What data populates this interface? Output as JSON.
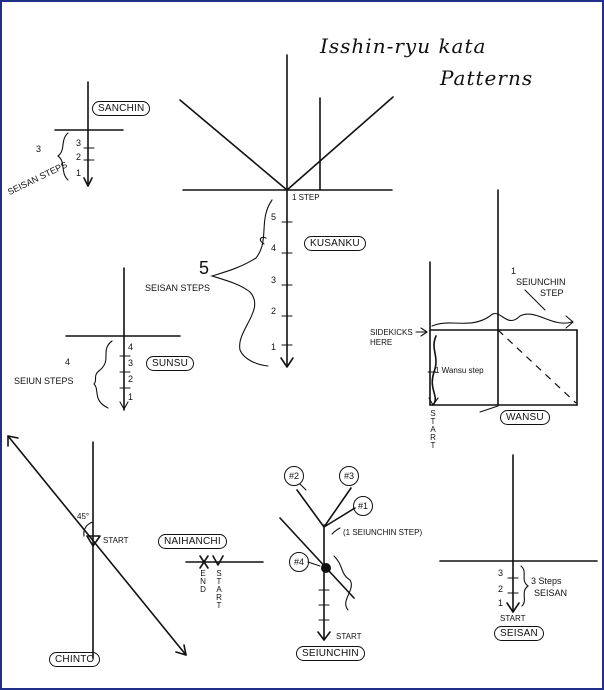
{
  "title": {
    "line1": "Isshin-ryu kata",
    "line2": "Patterns"
  },
  "sanchin": {
    "name": "SANCHIN",
    "note_num": "3",
    "note": "SEISAN STEPS",
    "ticks": [
      "3",
      "2",
      "1"
    ]
  },
  "kusanku": {
    "name": "KUSANKU",
    "note_num": "5",
    "note": "SEISAN STEPS",
    "step": "1 STEP",
    "ticks": [
      "5",
      "4",
      "3",
      "2",
      "1"
    ]
  },
  "sunsu": {
    "name": "SUNSU",
    "note_num": "4",
    "note": "SEIUN STEPS",
    "ticks": [
      "4",
      "3",
      "2",
      "1"
    ]
  },
  "wansu": {
    "name": "WANSU",
    "seiunchin_num": "1",
    "seiunchin": "SEIUNCHIN",
    "seiunchin2": "STEP",
    "sidekicks1": "SIDEKICKS",
    "sidekicks2": "HERE",
    "wansu_step": "1 Wansu step",
    "start": "START"
  },
  "chinto": {
    "name": "CHINTO",
    "angle": "45°",
    "start": "START"
  },
  "naihanchi": {
    "name": "NAIHANCHI",
    "end": "END",
    "start": "START"
  },
  "seiunchin": {
    "name": "SEIUNCHIN",
    "note": "(1 SEIUNCHIN STEP)",
    "markers": [
      "#2",
      "#3",
      "#1",
      "#4"
    ],
    "start": "START"
  },
  "seisan": {
    "name": "SEISAN",
    "note1": "3 Steps",
    "note2": "SEISAN",
    "start": "START",
    "ticks": [
      "3",
      "2",
      "1"
    ]
  }
}
